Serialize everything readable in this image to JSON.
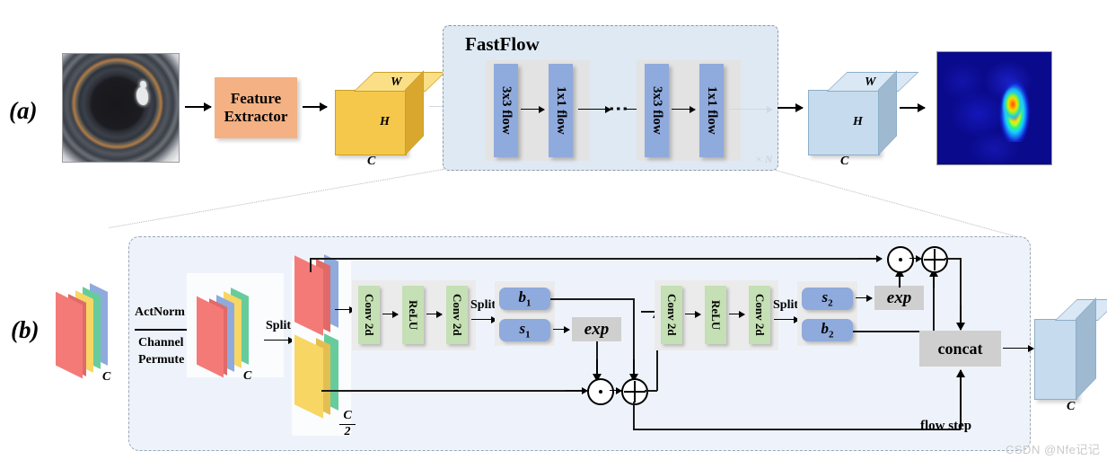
{
  "figure": {
    "panels": [
      {
        "id": "a",
        "label": "(a)"
      },
      {
        "id": "b",
        "label": "(b)"
      }
    ]
  },
  "panel_a": {
    "input_image_alt": "bottle-top-photo",
    "feature_extractor": {
      "line1": "Feature",
      "line2": "Extractor"
    },
    "feature_cube": {
      "w": "W",
      "h": "H",
      "c": "C",
      "color": "#ffd34d"
    },
    "fastflow": {
      "title": "FastFlow",
      "repeat_label": "× N",
      "blocks_left": [
        "3x3 flow",
        "1x1 flow"
      ],
      "ellipsis": "⋮",
      "blocks_right": [
        "3x3 flow",
        "1x1 flow"
      ],
      "block_color": "#8faadc",
      "panel_color": "#dee9f4"
    },
    "output_cube": {
      "w": "W",
      "h": "H",
      "c": "C",
      "color": "#bdd4ea"
    },
    "heatmap_alt": "anomaly-heatmap"
  },
  "panel_b": {
    "input_stack": {
      "c": "C",
      "layers": [
        "#f47a78",
        "#f7d664",
        "#67cc9c",
        "#8faadc"
      ]
    },
    "ops": {
      "actnorm": "ActNorm",
      "permute_line1": "Channel",
      "permute_line2": "Permute"
    },
    "permuted_stack": {
      "c": "C",
      "layers": [
        "#f47a78",
        "#8faadc",
        "#f7d664",
        "#67cc9c"
      ]
    },
    "split_label": "Split",
    "split_top": {
      "color": "#f47a78",
      "edge": "#8faadc"
    },
    "split_bottom": {
      "color": "#f7d664",
      "edge": "#67cc9c",
      "frac_num": "C",
      "frac_den": "2"
    },
    "branch1": {
      "conv_blocks": [
        "Conv 2d",
        "ReLU",
        "Conv 2d"
      ],
      "split_label": "Split",
      "outputs": [
        "b",
        "s"
      ],
      "sub_b": "1",
      "sub_s": "1",
      "exp_label": "exp"
    },
    "branch2": {
      "conv_blocks": [
        "Conv 2d",
        "ReLU",
        "Conv 2d"
      ],
      "split_label": "Split",
      "outputs": [
        "s",
        "b"
      ],
      "sub_s": "2",
      "sub_b": "2",
      "exp_label": "exp"
    },
    "operators": {
      "multiply": "⊙",
      "add": "⊕"
    },
    "concat_label": "concat",
    "flow_step_label": "flow step",
    "output_cube": {
      "c": "C",
      "color": "#bdd4ea"
    },
    "conv_color": "#c5e0b4",
    "sb_color": "#8faadc",
    "gray_color": "#cfcfcf"
  },
  "watermark": "CSDN @Nfe记记"
}
